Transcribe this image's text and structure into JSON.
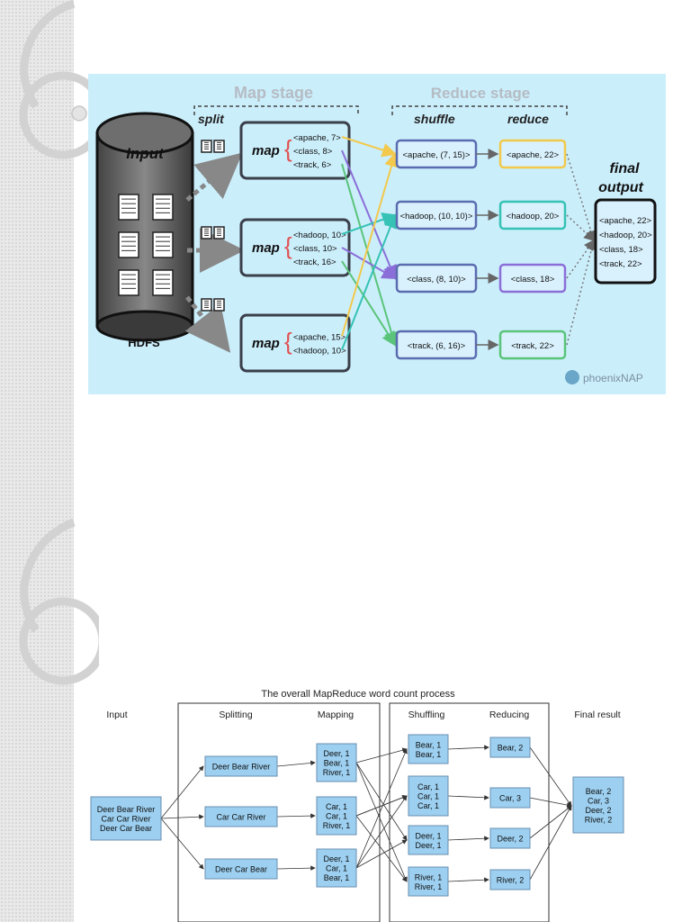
{
  "figure1": {
    "stages": {
      "map": "Map stage",
      "reduce": "Reduce stage"
    },
    "phases": {
      "split": "split",
      "shuffle": "shuffle",
      "reduce": "reduce"
    },
    "input_label": "Input",
    "hdfs_label": "HDFS",
    "map_label": "map",
    "final_output": [
      "final",
      "output"
    ],
    "mappers": [
      [
        "<apache, 7>",
        "<class, 8>",
        "<track, 6>"
      ],
      [
        "<hadoop, 10>",
        "<class, 10>",
        "<track, 16>"
      ],
      [
        "<apache, 15>",
        "<hadoop, 10>"
      ]
    ],
    "shuffle": [
      "<apache, (7, 15)>",
      "<hadoop, (10, 10)>",
      "<class, (8, 10)>",
      "<track, (6, 16)>"
    ],
    "reduce": [
      "<apache, 22>",
      "<hadoop, 20>",
      "<class, 18>",
      "<track, 22>"
    ],
    "final": [
      "<apache, 22>",
      "<hadoop, 20>",
      "<class, 18>",
      "<track, 22>"
    ],
    "brand": "phoenixNAP",
    "colors": {
      "background": "#cbeefb",
      "apache": "#f2c94c",
      "hadoop": "#36c2b4",
      "class": "#8b6fd8",
      "track": "#5ac47a",
      "box_border": "#3a3f4a"
    }
  },
  "figure2": {
    "title": "The overall MapReduce word count process",
    "headers": [
      "Input",
      "Splitting",
      "Mapping",
      "Shuffling",
      "Reducing",
      "Final result"
    ],
    "input": [
      "Deer Bear River",
      "Car Car River",
      "Deer Car Bear"
    ],
    "splits": [
      "Deer Bear River",
      "Car Car River",
      "Deer Car Bear"
    ],
    "maps": [
      [
        "Deer, 1",
        "Bear, 1",
        "River, 1"
      ],
      [
        "Car, 1",
        "Car, 1",
        "River, 1"
      ],
      [
        "Deer, 1",
        "Car, 1",
        "Bear, 1"
      ]
    ],
    "shuffles": [
      [
        "Bear, 1",
        "Bear, 1"
      ],
      [
        "Car, 1",
        "Car, 1",
        "Car, 1"
      ],
      [
        "Deer, 1",
        "Deer, 1"
      ],
      [
        "River, 1",
        "River, 1"
      ]
    ],
    "reduces": [
      "Bear, 2",
      "Car, 3",
      "Deer, 2",
      "River, 2"
    ],
    "final": [
      "Bear, 2",
      "Car, 3",
      "Deer, 2",
      "River, 2"
    ],
    "colors": {
      "box_fill": "#9ccff0",
      "box_border": "#6a8fb0"
    }
  }
}
